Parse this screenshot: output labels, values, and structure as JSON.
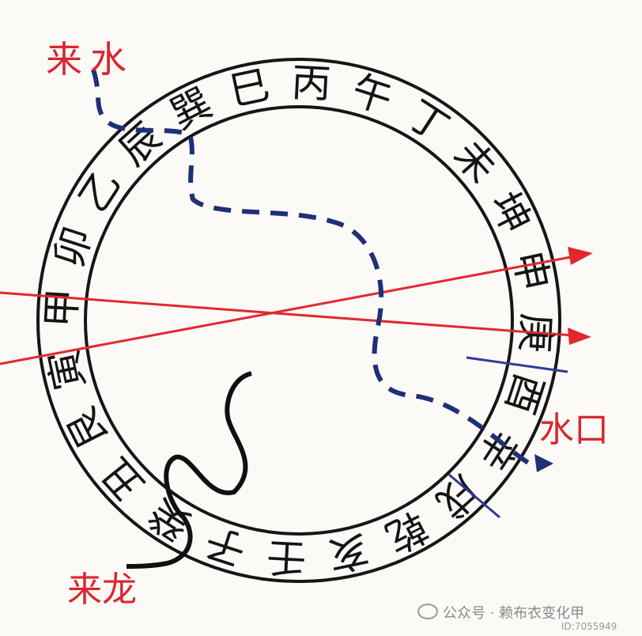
{
  "diagram": {
    "ring_characters": [
      "甲",
      "卯",
      "乙",
      "辰",
      "巽",
      "巳",
      "丙",
      "午",
      "丁",
      "未",
      "坤",
      "申",
      "庚",
      "酉",
      "辛",
      "戌",
      "乾",
      "亥",
      "壬",
      "子",
      "癸",
      "丑",
      "艮",
      "寅"
    ],
    "labels": {
      "water_in": "来水",
      "dragon": "来龙",
      "water_outlet": "水口"
    },
    "colors": {
      "ring": "#161616",
      "arrows": "#e2282f",
      "water_path": "#1f2f78",
      "dragon_path": "#101010",
      "divider": "#2f3a9a",
      "label_text": "#d9272e"
    }
  },
  "watermark": {
    "text": "公众号 · 赖布衣变化甲",
    "id": "ID:7055949"
  }
}
